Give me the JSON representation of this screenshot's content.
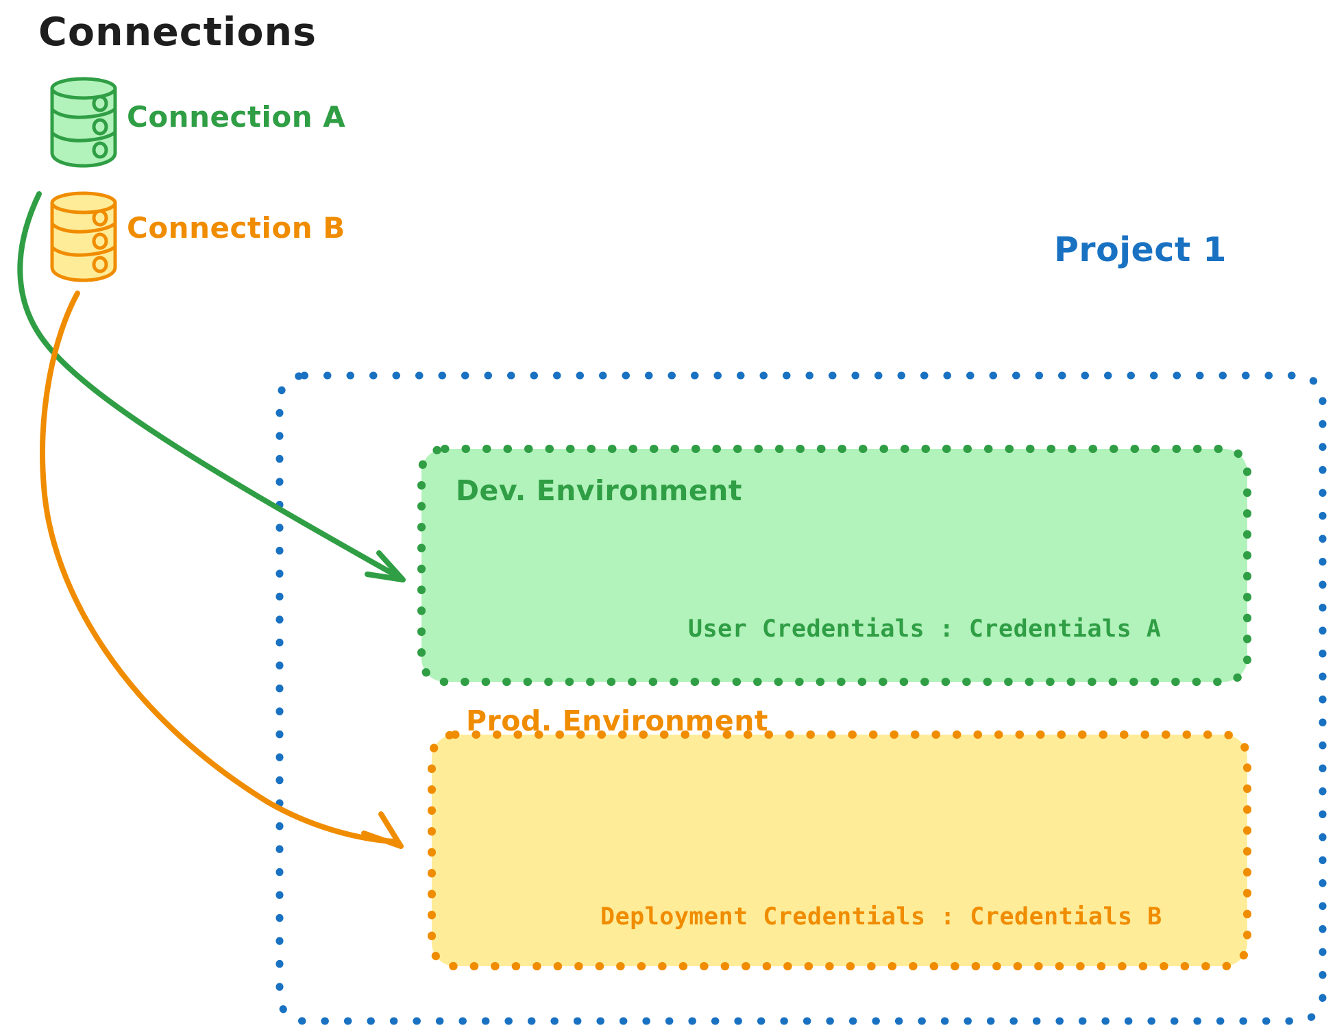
{
  "diagram": {
    "type": "architecture-diagram",
    "background_color": "#ffffff",
    "title": "Connections"
  },
  "connections_panel": {
    "heading": "Connections",
    "heading_color": "#1e1e1e",
    "items": [
      {
        "id": "connection-a",
        "label": "Connection A",
        "icon": "database-cylinder-icon",
        "color": "#2f9e44",
        "fill": "#b2f2bb",
        "targets": "dev-environment"
      },
      {
        "id": "connection-b",
        "label": "Connection B",
        "icon": "database-cylinder-icon",
        "color": "#f08c00",
        "fill": "#ffec99",
        "targets": "prod-environment"
      }
    ]
  },
  "project": {
    "label": "Project 1",
    "label_color": "#1971c2",
    "border_color": "#1971c2",
    "border_style": "dotted",
    "environments": [
      {
        "id": "dev-environment",
        "title": "Dev. Environment",
        "credential_label": "User Credentials",
        "credential_separator": ":",
        "credential_value": "Credentials A",
        "credential_line": "User Credentials : Credentials A",
        "accent_color": "#2f9e44",
        "fill_color": "#b2f2bb",
        "border_style": "dotted"
      },
      {
        "id": "prod-environment",
        "title": "Prod. Environment",
        "credential_label": "Deployment Credentials",
        "credential_separator": ":",
        "credential_value": "Credentials B",
        "credential_line": "Deployment Credentials : Credentials B",
        "accent_color": "#f08c00",
        "fill_color": "#ffec99",
        "border_style": "dotted"
      }
    ]
  },
  "arrows": [
    {
      "id": "arrow-connection-a-to-dev",
      "from": "connection-a",
      "to": "dev-environment",
      "color": "#2f9e44"
    },
    {
      "id": "arrow-connection-b-to-prod",
      "from": "connection-b",
      "to": "prod-environment",
      "color": "#f08c00"
    }
  ],
  "palette": {
    "green_stroke": "#2f9e44",
    "green_fill": "#b2f2bb",
    "orange_stroke": "#f08c00",
    "orange_fill": "#ffec99",
    "blue_stroke": "#1971c2",
    "black_text": "#1e1e1e",
    "white_bg": "#ffffff"
  }
}
